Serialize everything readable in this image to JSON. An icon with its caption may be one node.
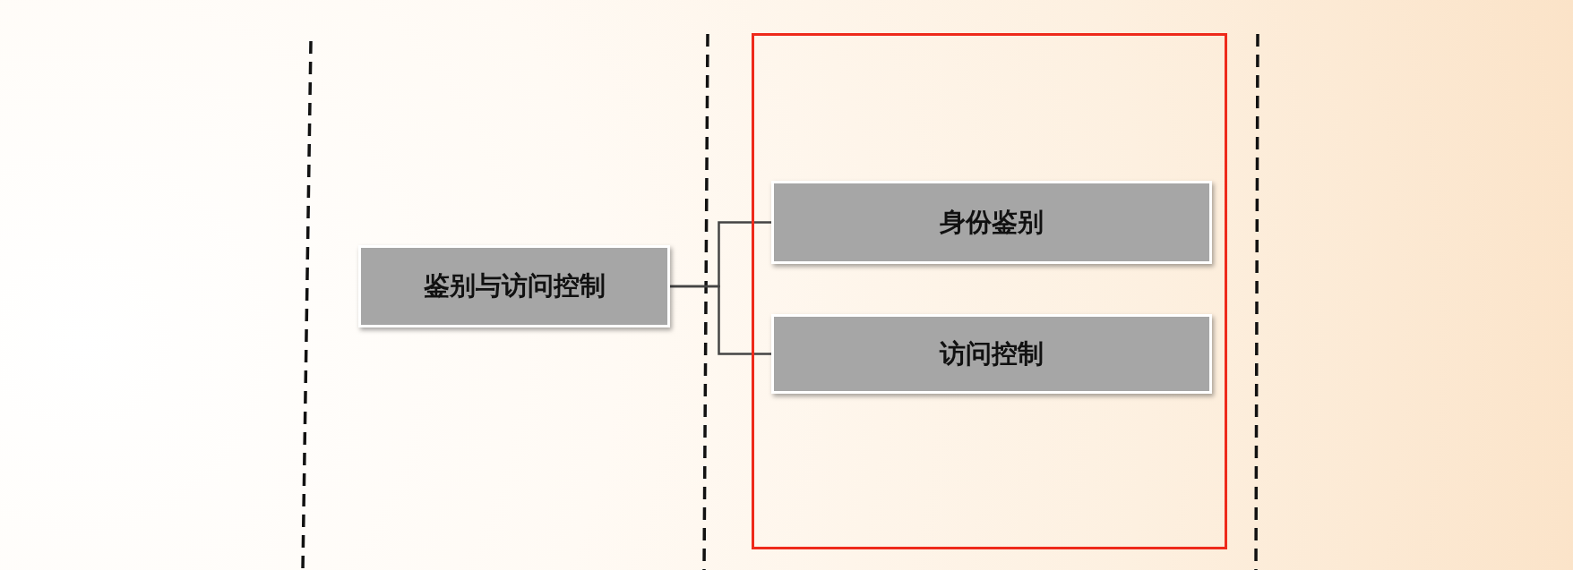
{
  "diagram": {
    "nodes": [
      {
        "text": [
          "鉴别与访问控制"
        ]
      },
      {
        "text": [],
        "shape": "box"
      },
      {
        "text": [
          "身份鉴别"
        ],
        "in": 1
      },
      {
        "text": [
          "访问控制"
        ],
        "in": 1
      }
    ],
    "edges": [
      {
        "from": 0,
        "to": 2,
        "arrow": "none"
      },
      {
        "from": 0,
        "to": 3,
        "arrow": "none"
      }
    ]
  }
}
